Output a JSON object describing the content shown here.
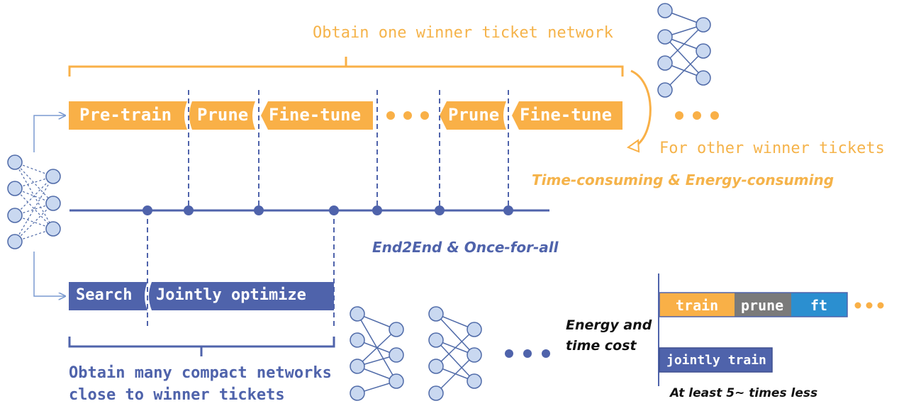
{
  "colors": {
    "orange": "#f9b047",
    "orange_text": "#f5b34a",
    "blue": "#4f63ab",
    "node_fill": "#c9d8f0",
    "node_stroke": "#4f6aa8",
    "train": "#f9b047",
    "prune": "#7a7a7a",
    "ft": "#2b8fd0"
  },
  "top": {
    "brace_label": "Obtain one winner ticket network",
    "stages": [
      "Pre-train",
      "Prune",
      "Fine-tune",
      "Prune",
      "Fine-tune"
    ],
    "other_label": "For other winner tickets",
    "cost_label": "Time-consuming & Energy-consuming"
  },
  "middle": {
    "method_label": "End2End & Once-for-all"
  },
  "bottom": {
    "stages": [
      "Search",
      "Jointly optimize"
    ],
    "brace_label_line1": "Obtain many compact networks",
    "brace_label_line2": "close to winner tickets"
  },
  "compare": {
    "axis_label_line1": "Energy and",
    "axis_label_line2": "time cost",
    "bar1": [
      "train",
      "prune",
      "ft"
    ],
    "bar2": "jointly train",
    "note": "At least 5~ times less"
  },
  "icons": {
    "network": "network-icon",
    "ellipsis": "ellipsis-icon",
    "curved_arrow": "curved-arrow-icon"
  }
}
